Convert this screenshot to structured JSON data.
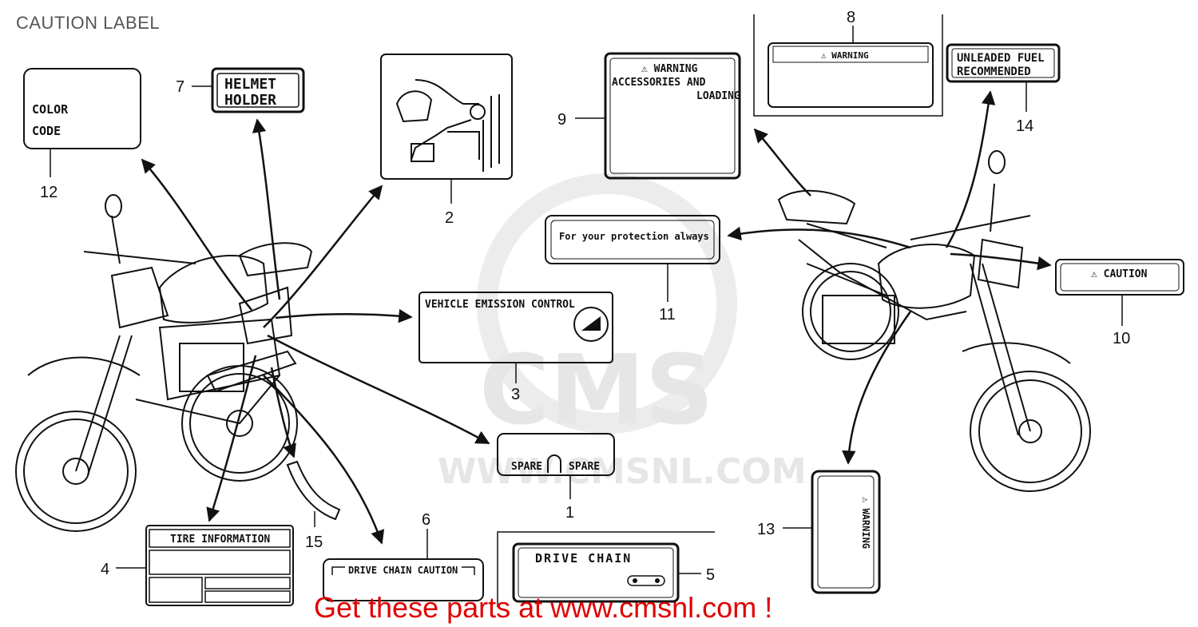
{
  "page_title": "CAUTION LABEL",
  "watermark": {
    "brand": "CMS",
    "site": "WWW.CMSNL.COM"
  },
  "promo_banner": "Get these parts at www.cmsnl.com !",
  "accent_color": "#e00000",
  "labels": {
    "color_code": {
      "number": "12",
      "line1": "COLOR",
      "line2": "CODE"
    },
    "helmet_holder": {
      "number": "7",
      "line1": "HELMET",
      "line2": "HOLDER"
    },
    "vacuum_hose": {
      "number": "2"
    },
    "warning_accessories": {
      "number": "9",
      "line1": "⚠ WARNING",
      "line2": "ACCESSORIES AND",
      "line3": "LOADING"
    },
    "warning_8": {
      "number": "8",
      "text": "⚠ WARNING"
    },
    "unleaded_fuel": {
      "number": "14",
      "line1": "UNLEADED FUEL",
      "line2": "RECOMMENDED"
    },
    "protection": {
      "number": "11",
      "text": "For your protection always"
    },
    "caution": {
      "number": "10",
      "text": "⚠ CAUTION"
    },
    "emission": {
      "number": "3",
      "text": "VEHICLE EMISSION CONTROL"
    },
    "spare": {
      "number": "1",
      "left": "SPARE",
      "right": "SPARE"
    },
    "tire_info": {
      "number": "4",
      "text": "TIRE INFORMATION"
    },
    "rim_tape": {
      "number": "15"
    },
    "drive_chain_caution": {
      "number": "6",
      "text": "DRIVE CHAIN CAUTION"
    },
    "drive_chain": {
      "number": "5",
      "text": "DRIVE CHAIN"
    },
    "warning_vertical": {
      "number": "13",
      "text": "⚠ WARNING"
    }
  }
}
